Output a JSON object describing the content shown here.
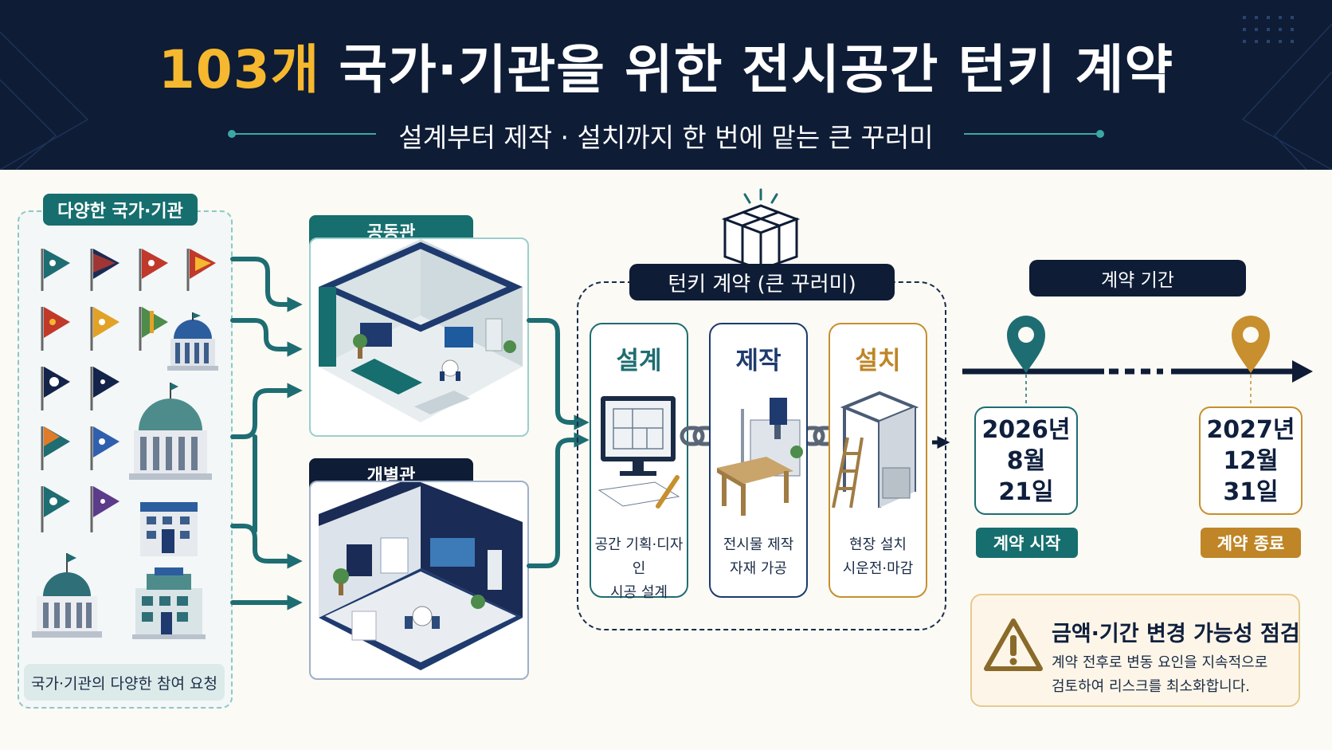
{
  "header": {
    "title_accent": "103개",
    "title_rest": " 국가·기관을 위한 전시공간 턴키 계약",
    "subtitle": "설계부터 제작 · 설치까지 한 번에 맡는 큰 꾸러미"
  },
  "left_panel": {
    "label": "다양한 국가·기관",
    "footer": "국가·기관의 다양한 참여 요청"
  },
  "booths": {
    "joint_label": "공동관",
    "individual_label": "개별관"
  },
  "turnkey": {
    "label": "턴키 계약 (큰 꾸러미)",
    "steps": [
      {
        "title": "설계",
        "desc_line1": "공간 기획·디자인",
        "desc_line2": "시공 설계",
        "color": "#1e6d72"
      },
      {
        "title": "제작",
        "desc_line1": "전시물 제작",
        "desc_line2": "자재 가공",
        "color": "#1e3a6e"
      },
      {
        "title": "설치",
        "desc_line1": "현장 설치",
        "desc_line2": "시운전·마감",
        "color": "#bf8526"
      }
    ]
  },
  "timeline": {
    "label": "계약 기간",
    "start": {
      "line1": "2026년",
      "line2": "8월",
      "line3": "21일",
      "tag": "계약 시작"
    },
    "end": {
      "line1": "2027년",
      "line2": "12월",
      "line3": "31일",
      "tag": "계약 종료"
    }
  },
  "warning": {
    "title": "금액·기간 변경 가능성 점검",
    "line1": "계약 전후로 변동 요인을 지속적으로",
    "line2": "검토하여 리스크를 최소화합니다."
  },
  "colors": {
    "navy": "#0e1c36",
    "teal": "#166e6e",
    "gold": "#f5b82e",
    "amber": "#bf8526"
  }
}
